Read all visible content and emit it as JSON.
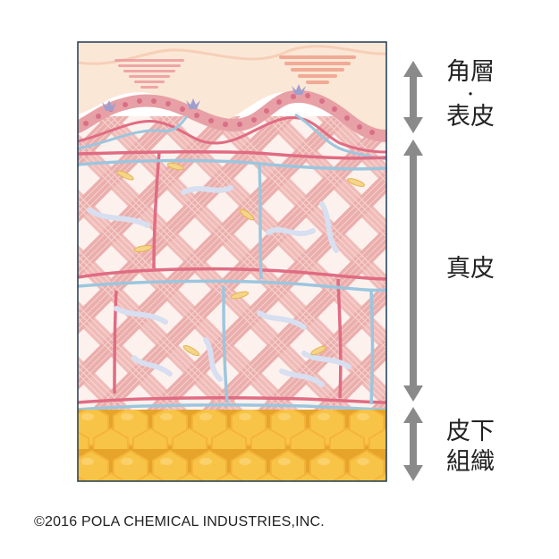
{
  "labels": {
    "epidermis_top": "角層",
    "epidermis_dot": "・",
    "epidermis_bottom": "表皮",
    "dermis": "真皮",
    "subcutis_top": "皮下",
    "subcutis_bottom": "組織"
  },
  "copyright": "©2016 POLA CHEMICAL INDUSTRIES,INC.",
  "colors": {
    "stratum": "#fbe7d6",
    "dermis": "#fde9e4",
    "collagen": "#eeb4b2",
    "artery": "#e06c83",
    "vein": "#9cc6de",
    "fat": "#f8c447",
    "arrow": "#8a8a8a",
    "frame": "#1f3a52"
  }
}
